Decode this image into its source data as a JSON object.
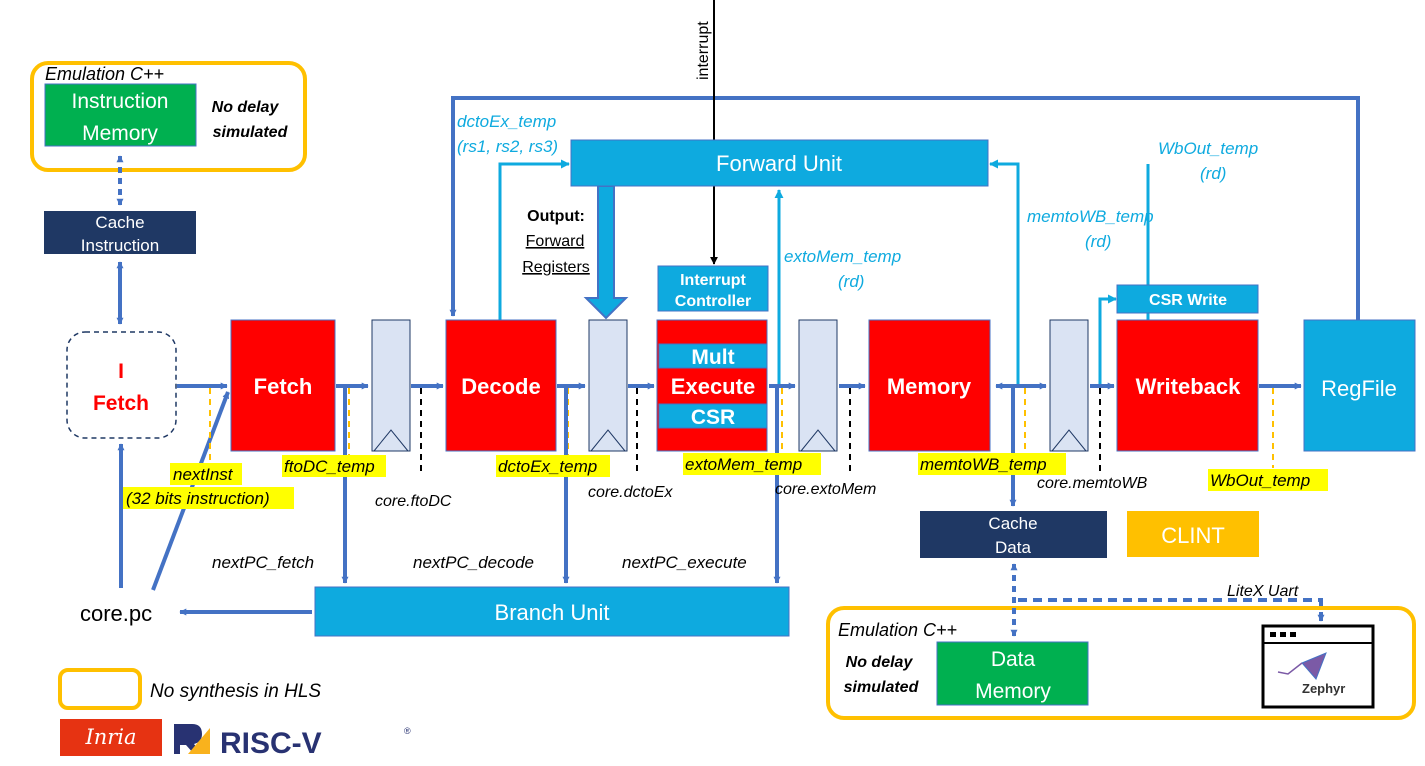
{
  "colors": {
    "red": "#ff0000",
    "cyan": "#0eaadf",
    "blue_line": "#4472c4",
    "light_line": "#0eaadf",
    "navy": "#1f3864",
    "green": "#00b050",
    "orange": "#ffc000",
    "yellow_hl": "#ffff00",
    "pipe_reg": "#dae3f3"
  },
  "emulation_im": {
    "title": "Emulation C++",
    "box_line1": "Instruction",
    "box_line2": "Memory",
    "note_line1": "No delay",
    "note_line2": "simulated"
  },
  "cache_instruction": {
    "line1": "Cache",
    "line2": "Instruction"
  },
  "ifetch": {
    "line1": "I",
    "line2": "Fetch"
  },
  "stages": {
    "fetch": "Fetch",
    "decode": "Decode",
    "mult": "Mult",
    "execute": "Execute",
    "csr": "CSR",
    "memory": "Memory",
    "writeback": "Writeback",
    "regfile": "RegFile"
  },
  "forward_unit": "Forward Unit",
  "interrupt_label": "interrupt",
  "interrupt_controller": {
    "line1": "Interrupt",
    "line2": "Controller"
  },
  "csr_write": "CSR Write",
  "output": {
    "line1": "Output:",
    "line2": "Forward",
    "line3": "Registers"
  },
  "temps": {
    "dctoex_top_1": "dctoEx_temp",
    "dctoex_top_2": "(rs1, rs2, rs3)",
    "extomem_1": "extoMem_temp",
    "extomem_2": "(rd)",
    "memtowb_1": "memtoWB_temp",
    "memtowb_2": "(rd)",
    "wbout_1": "WbOut_temp",
    "wbout_2": "(rd)"
  },
  "highlights": {
    "nextinst_1": "nextInst",
    "nextinst_2": "(32 bits instruction)",
    "ftodc": "ftoDC_temp",
    "dctoex": "dctoEx_temp",
    "extomem": "extoMem_temp",
    "memtowb": "memtoWB_temp",
    "wbout": "WbOut_temp"
  },
  "core_regs": {
    "ftodc": "core.ftoDC",
    "dctoex": "core.dctoEx",
    "extomem": "core.extoMem",
    "memtowb": "core.memtoWB"
  },
  "nextpc": {
    "fetch": "nextPC_fetch",
    "decode": "nextPC_decode",
    "execute": "nextPC_execute"
  },
  "core_pc": "core.pc",
  "branch_unit": "Branch Unit",
  "cache_data": {
    "line1": "Cache",
    "line2": "Data"
  },
  "clint": "CLINT",
  "litex_uart": "LiteX Uart",
  "emulation_dm": {
    "title": "Emulation C++",
    "note_line1": "No delay",
    "note_line2": "simulated",
    "box_line1": "Data",
    "box_line2": "Memory"
  },
  "zephyr": "Zephyr",
  "legend": "No synthesis in HLS",
  "logos": {
    "inria": "Inria",
    "riscv": "RISC-V"
  }
}
